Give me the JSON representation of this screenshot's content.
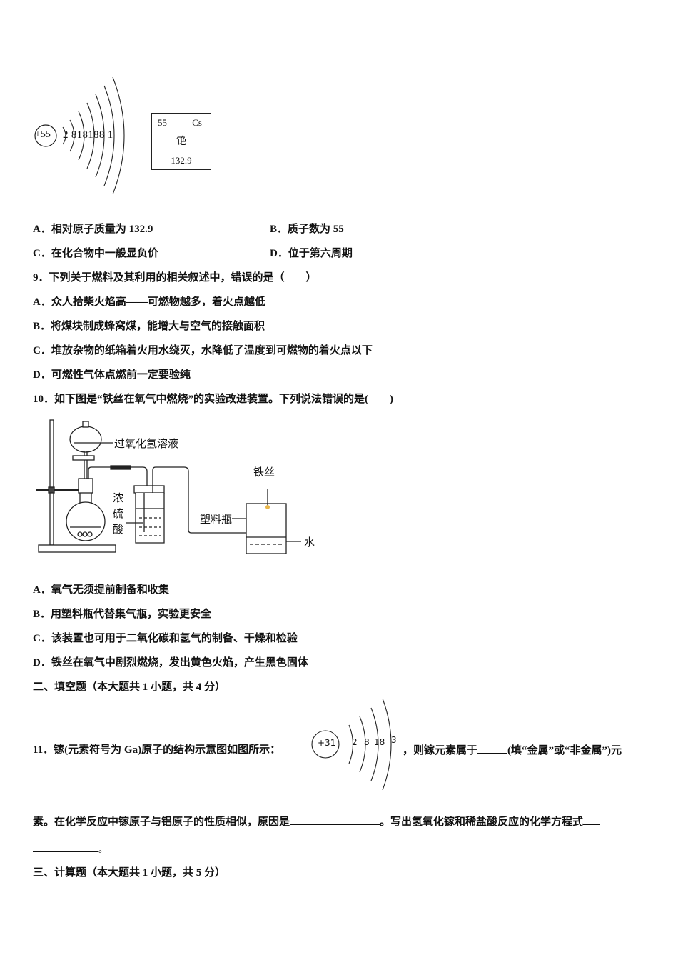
{
  "cs_figure": {
    "nucleus": "+55",
    "shells": "2 818188 1",
    "tile": {
      "atomic_number": "55",
      "symbol": "Cs",
      "name": "铯",
      "mass": "132.9"
    }
  },
  "q8_options": [
    {
      "label": "A．相对原子质量为 132.9"
    },
    {
      "label": "B．质子数为 55"
    },
    {
      "label": "C．在化合物中一般显负价"
    },
    {
      "label": "D．位于第六周期"
    }
  ],
  "q9": {
    "stem": "9．下列关于燃料及其利用的相关叙述中，错误的是（　　）",
    "options": [
      "A．众人拾柴火焰高——可燃物越多，着火点越低",
      "B．将煤块制成蜂窝煤，能增大与空气的接触面积",
      "C．堆放杂物的纸箱着火用水绕灭，水降低了温度到可燃物的着火点以下",
      "D．可燃性气体点燃前一定要验纯"
    ]
  },
  "q10": {
    "stem": "10．如下图是“铁丝在氧气中燃烧”的实验改进装置。下列说法错误的是(　　)",
    "diagram_labels": {
      "h2o2": "过氧化氢溶液",
      "acid_1": "浓",
      "acid_2": "硫",
      "acid_3": "酸",
      "iron": "铁丝",
      "bottle": "塑料瓶",
      "water": "水"
    },
    "options": [
      "A．氧气无须提前制备和收集",
      "B．用塑料瓶代替集气瓶，实验更安全",
      "C．该装置也可用于二氧化碳和氢气的制备、干燥和检验",
      "D．铁丝在氧气中剧烈燃烧，发出黄色火焰，产生黑色固体"
    ]
  },
  "section2": {
    "title": "二、填空题（本大题共 1 小题，共 4 分）"
  },
  "q11": {
    "part1": "11．镓(元素符号为 Ga)原子的结构示意图如图所示：",
    "nucleus": "+31",
    "shells": [
      "2",
      "8",
      "18",
      "3"
    ],
    "part2": "，则镓元素属于",
    "part3": "(填“金属”或“非金属”)元",
    "line2_a": "素。在化学反应中镓原子与铝原子的性质相似，原因是",
    "line2_b": "。写出氢氧化镓和稀盐酸反应的化学方程式",
    "line3_end": "。"
  },
  "section3": {
    "title": "三、计算题（本大题共 1 小题，共 5 分）"
  }
}
